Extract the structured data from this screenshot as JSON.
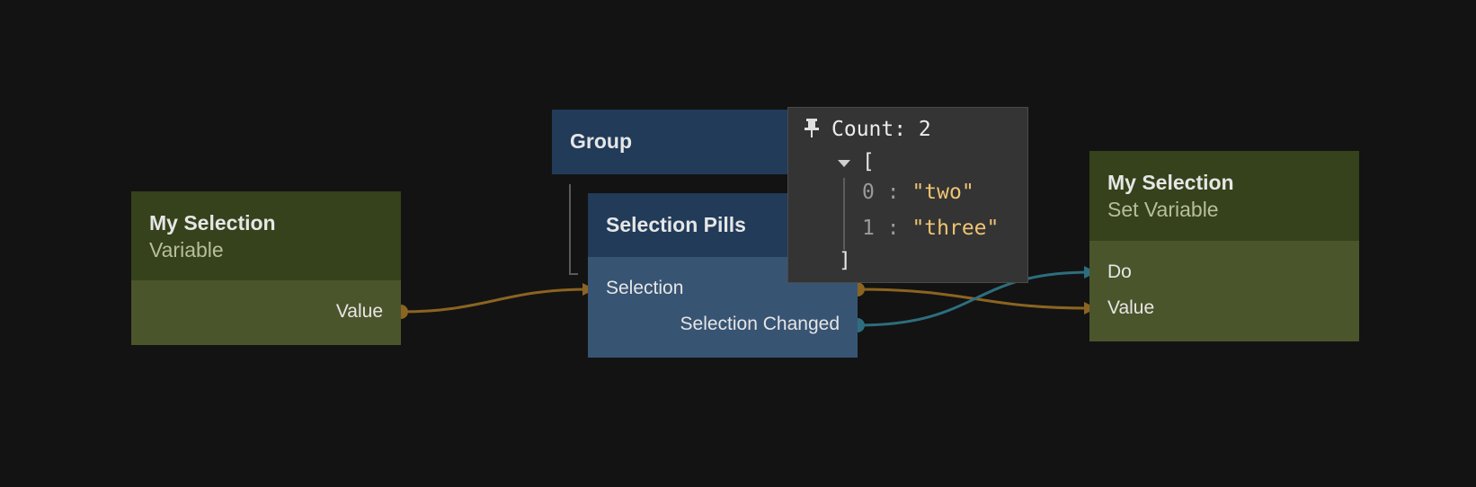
{
  "nodes": {
    "variable": {
      "title": "My Selection",
      "subtitle": "Variable",
      "ports": {
        "value": "Value"
      }
    },
    "group": {
      "title": "Group"
    },
    "selection_pills": {
      "title": "Selection Pills",
      "ports": {
        "selection": "Selection",
        "selection_changed": "Selection Changed"
      }
    },
    "set_variable": {
      "title": "My Selection",
      "subtitle": "Set Variable",
      "ports": {
        "do": "Do",
        "value": "Value"
      }
    }
  },
  "inspector": {
    "pin_icon": "pin-icon",
    "count_label": "Count: 2",
    "open_bracket": "[",
    "close_bracket": "]",
    "separator": ":",
    "items": [
      {
        "index": "0",
        "value": "\"two\""
      },
      {
        "index": "1",
        "value": "\"three\""
      }
    ]
  },
  "colors": {
    "background": "#131313",
    "variable_header": "#35421b",
    "variable_body": "#4b552b",
    "ui_header": "#213b59",
    "ui_body": "#385473",
    "data_wire": "#8a6421",
    "signal_wire": "#2d6e7e",
    "inspector_bg": "#343434",
    "string_value": "#f0c472"
  }
}
